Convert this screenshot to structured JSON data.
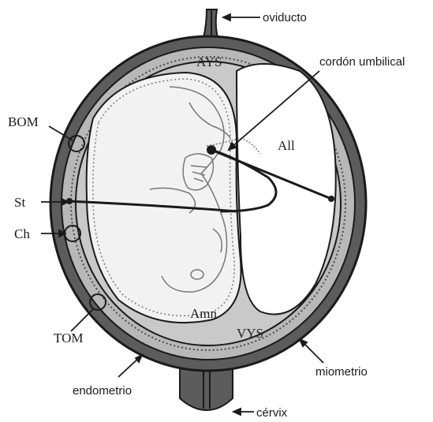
{
  "labels": {
    "oviducto": "oviducto",
    "cordon_umbilical": "cordón umbilical",
    "miometrio": "miometrio",
    "endometrio": "endometrio",
    "cervix": "cérvix",
    "bom": "BOM",
    "st": "St",
    "ch": "Ch",
    "tom": "TOM",
    "ays": "AYS",
    "all": "All",
    "amn": "Amn",
    "vys": "VYS"
  },
  "colors": {
    "myometrium": "#5c5c5c",
    "endometrium": "#b8b8b8",
    "yolk_sac": "#c9c9c9",
    "amnion_fill": "#f2f2f2",
    "allantois_fill": "#ffffff",
    "outline": "#1a1a1a"
  }
}
